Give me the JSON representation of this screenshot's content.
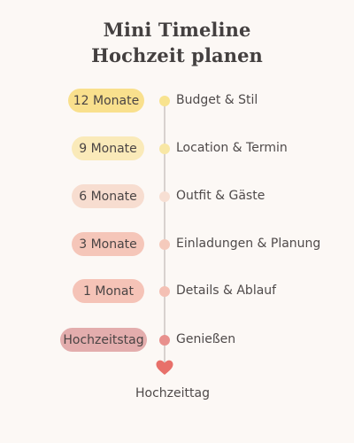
{
  "title": {
    "line1": "Mini Timeline",
    "line2": "Hochzeit planen"
  },
  "steps": [
    {
      "when": "12 Monate",
      "task": "Budget & Stil",
      "pill_color": "#f9e08d",
      "dot_color": "#f8e38f"
    },
    {
      "when": "9 Monate",
      "task": "Location & Termin",
      "pill_color": "#faeab9",
      "dot_color": "#f8e7a5"
    },
    {
      "when": "6 Monate",
      "task": "Outfit & Gäste",
      "pill_color": "#f7ddd0",
      "dot_color": "#f7dfd3"
    },
    {
      "when": "3 Monate",
      "task": "Einladungen & Planung",
      "pill_color": "#f5c6b9",
      "dot_color": "#f5cabc"
    },
    {
      "when": "1 Monat",
      "task": "Details & Ablauf",
      "pill_color": "#f5c3b7",
      "dot_color": "#f4c0b4"
    },
    {
      "when": "Hochzeitstag",
      "task": "Genießen",
      "pill_color": "#e3adad",
      "dot_color": "#e8908d"
    }
  ],
  "end": {
    "label": "Hochzeittag",
    "icon": "heart-icon",
    "color": "#e8706a"
  }
}
